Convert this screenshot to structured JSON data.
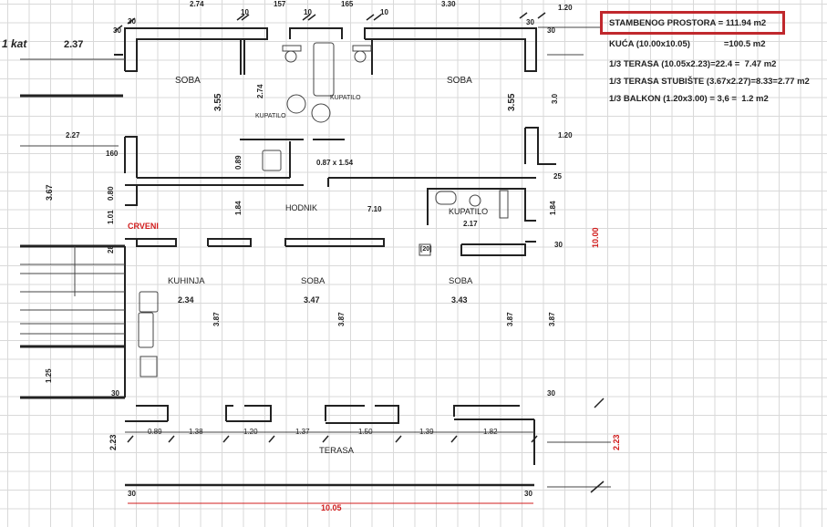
{
  "floor_label": "1 kat",
  "rooms": {
    "soba_nw": "SOBA",
    "soba_ne": "SOBA",
    "kupatilo_top": "KUPATILO",
    "kupatilo_left": "KUPATILO",
    "hodnik": "HODNIK",
    "kupatilo_right": "KUPATILO",
    "crveni": "CRVENI",
    "kuhinja": "KUHINJA",
    "soba_s1": "SOBA",
    "soba_s2": "SOBA",
    "terasa": "TERASA"
  },
  "dims": {
    "top": [
      "2.74",
      "157",
      "165",
      "3.30",
      "10",
      "10",
      "10",
      "30",
      "30",
      "30",
      "30",
      "1.20"
    ],
    "left": [
      "2.37",
      "2.27",
      "160",
      "3.67",
      "0.80",
      "1.01",
      "28",
      "1.25",
      "30",
      "2.23"
    ],
    "inner": [
      "3.55",
      "2.74",
      "3.55",
      "3.0",
      "1.20",
      "0.89",
      "0.87 x 1.54",
      "25",
      "1.84",
      "7.10",
      "2.17",
      "1.84",
      "[20]",
      "30",
      "2.34",
      "3.47",
      "3.43",
      "3.87",
      "3.87",
      "3.87",
      "3.87",
      "30"
    ],
    "terasa": [
      "0.89",
      "1.38",
      "1.20",
      "1.37",
      "1.50",
      "1.39",
      "1.82",
      "30",
      "30"
    ],
    "red": [
      "10.00",
      "2.23",
      "10.05"
    ]
  },
  "summary": [
    "STAMBENOG PROSTORA = 111.94 m2",
    "KUĆA (10.00x10.05)              =100.5 m2",
    "1/3 TERASA (10.05x2.23)=22.4 =  7.47 m2",
    "1/3 TERASA STUBIŠTE (3.67x2.27)=8.33=2.77 m2",
    "1/3 BALKON (1.20x3.00) = 3,6 =  1.2 m2"
  ],
  "colors": {
    "highlight": "#c0282d",
    "red_text": "#d01c1c"
  }
}
